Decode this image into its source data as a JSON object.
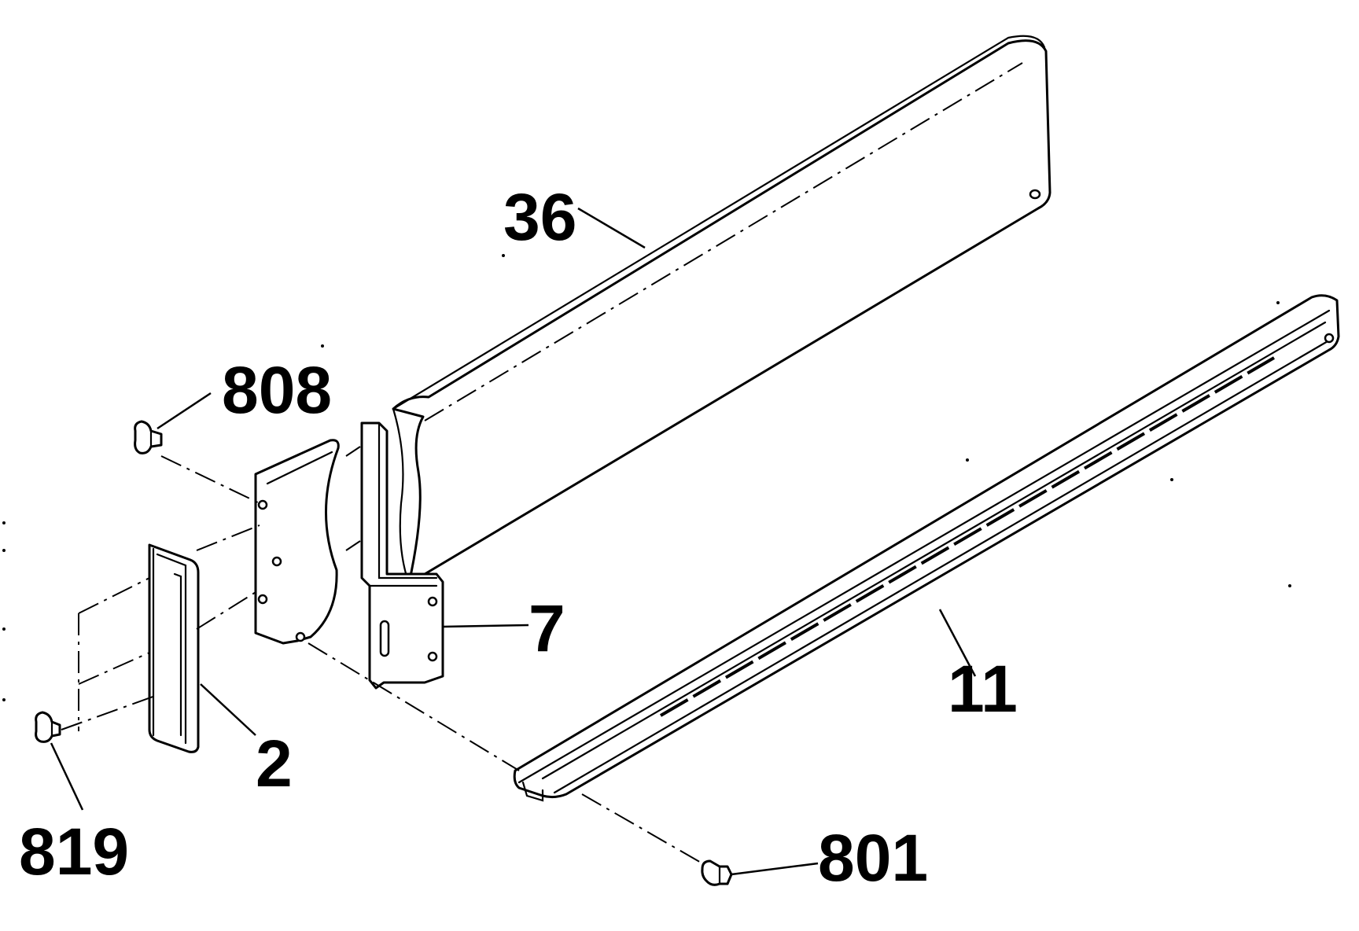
{
  "callouts": {
    "part_36": "36",
    "part_808": "808",
    "part_7": "7",
    "part_11": "11",
    "part_2": "2",
    "part_819": "819",
    "part_801": "801"
  },
  "colors": {
    "ink": "#000000",
    "paper": "#ffffff"
  }
}
